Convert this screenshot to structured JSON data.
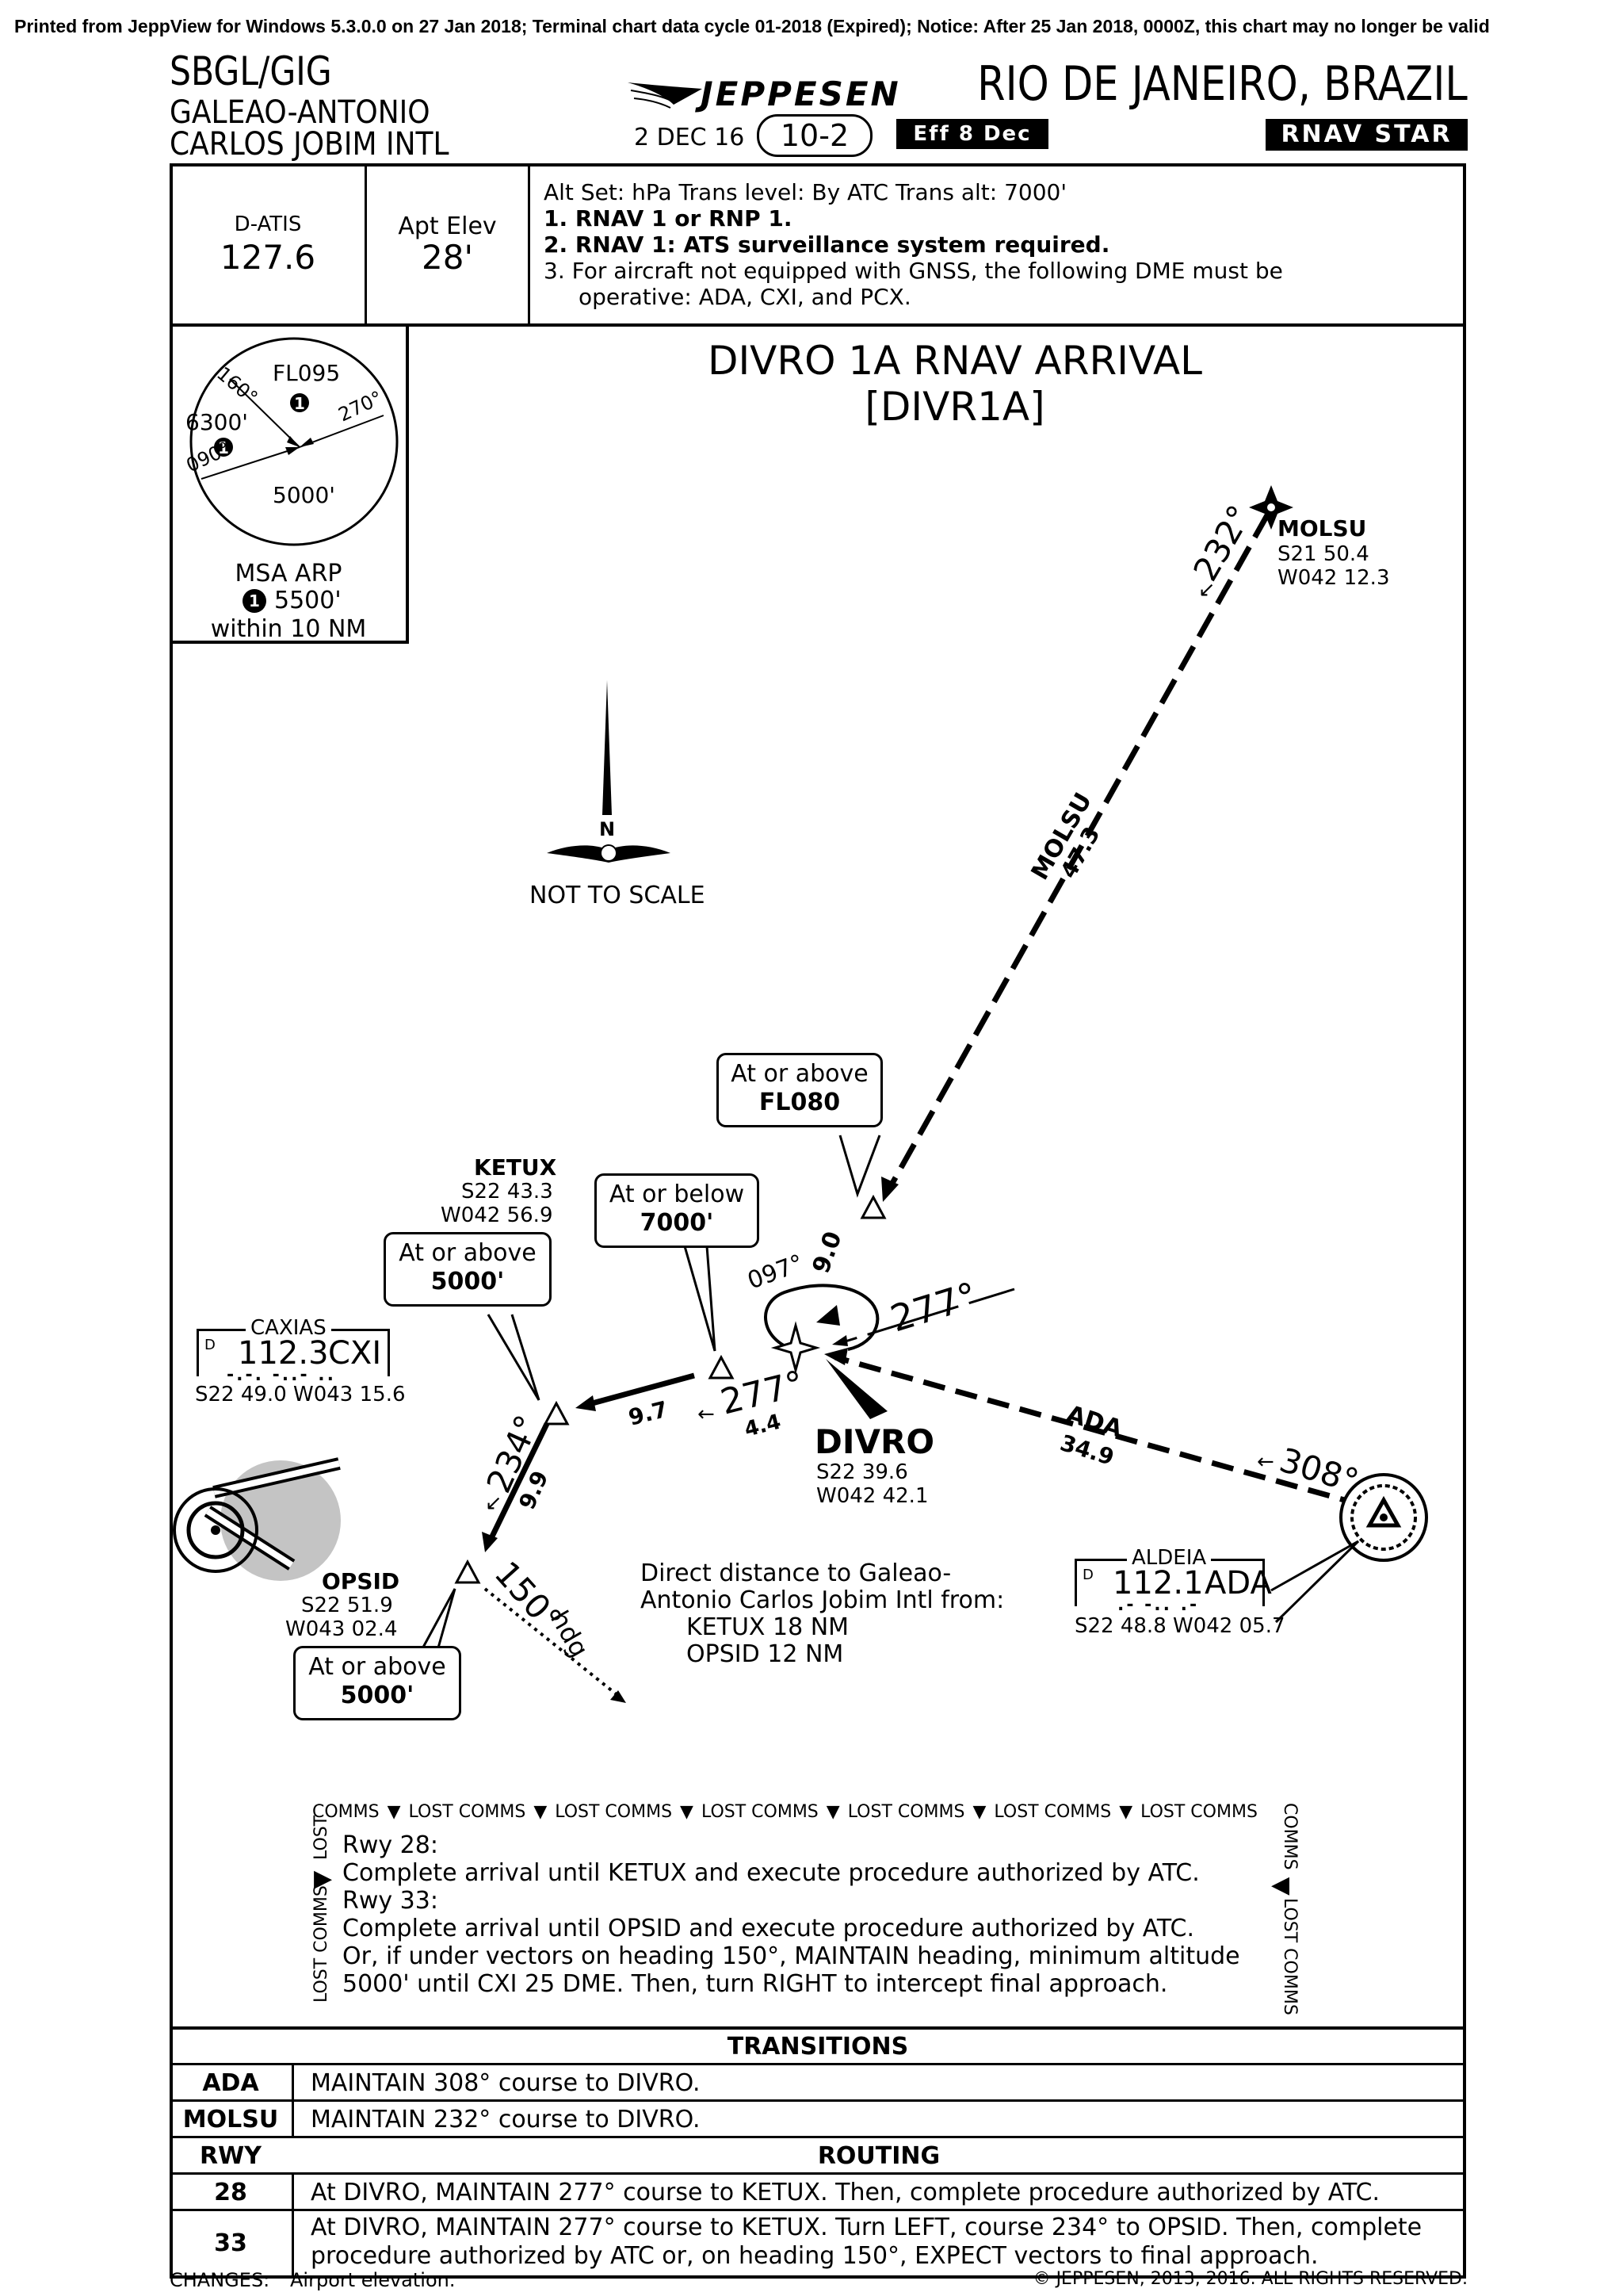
{
  "banner": "Printed from JeppView for Windows 5.3.0.0 on 27 Jan 2018; Terminal chart data cycle 01-2018 (Expired); Notice: After 25 Jan 2018, 0000Z, this chart may no longer be valid",
  "header": {
    "ident": "SBGL/GIG",
    "airport_line1": "GALEAO-ANTONIO",
    "airport_line2": "CARLOS JOBIM INTL",
    "publisher": "JEPPESEN",
    "city": "RIO DE JANEIRO, BRAZIL",
    "date": "2 DEC 16",
    "chart_index": "10-2",
    "effective": "Eff 8 Dec",
    "chart_type": "RNAV STAR"
  },
  "info": {
    "atis_label": "D-ATIS",
    "atis_freq": "127.6",
    "elev_label": "Apt Elev",
    "elev_value": "28'",
    "notes": [
      "Alt Set: hPa    Trans level: By ATC    Trans alt: 7000'",
      "1. RNAV 1 or RNP 1.",
      "2. RNAV 1: ATS surveillance system required.",
      "3. For aircraft not equipped with GNSS, the following DME must be",
      "operative: ADA, CXI, and PCX."
    ]
  },
  "msa": {
    "fl": "FL095",
    "alt_left": "6300'",
    "alt_bottom": "5000'",
    "brg1": "160°",
    "brg2": "270°",
    "brg3": "090°",
    "label1": "MSA ARP",
    "label2": "5500'",
    "label3": "within 10 NM",
    "marker": "1"
  },
  "title": {
    "line1": "DIVRO 1A RNAV ARRIVAL",
    "line2": "[DIVR1A]"
  },
  "north": {
    "n_label": "N",
    "scale_note": "NOT TO SCALE"
  },
  "fixes": {
    "molsu": {
      "name": "MOLSU",
      "lat": "S21 50.4",
      "lon": "W042 12.3"
    },
    "ketux": {
      "name": "KETUX",
      "lat": "S22 43.3",
      "lon": "W042 56.9"
    },
    "divro": {
      "name": "DIVRO",
      "lat": "S22 39.6",
      "lon": "W042 42.1"
    },
    "opsid": {
      "name": "OPSID",
      "lat": "S22 51.9",
      "lon": "W043 02.4"
    }
  },
  "navaids": {
    "caxias": {
      "name": "CAXIAS",
      "freq": "112.3",
      "ident": "CXI",
      "morse": "-.-. -..- ..",
      "coord": "S22 49.0 W043 15.6",
      "dme": "D"
    },
    "aldeia": {
      "name": "ALDEIA",
      "freq": "112.1",
      "ident": "ADA",
      "morse": ".- -.. .-",
      "coord": "S22 48.8 W042 05.7",
      "dme": "D"
    }
  },
  "constraints": {
    "fl080_line1": "At or above",
    "fl080_line2": "FL080",
    "below7000_line1": "At or below",
    "below7000_line2": "7000'",
    "ketux_line1": "At or above",
    "ketux_line2": "5000'",
    "opsid_line1": "At or above",
    "opsid_line2": "5000'"
  },
  "route_labels": {
    "molsu_crs": "232°",
    "molsu_airway": "MOLSU",
    "molsu_dist": "47.3",
    "hold_in": "097°",
    "hold_dist": "9.0",
    "hold_out": "277°",
    "divro_ketux_crs": "277°",
    "divro_ketux_dist_small": "4.4",
    "divro_ketux_dist": "9.7",
    "ada_airway": "ADA",
    "ada_dist": "34.9",
    "ada_crs": "308°",
    "ketux_opsid_crs": "234°",
    "ketux_opsid_dist": "9.9",
    "vector_hdg": "150°",
    "vector_hdg_unit": "hdg"
  },
  "direct_distance": {
    "line1": "Direct distance to Galeao-",
    "line2": "Antonio Carlos Jobim Intl from:",
    "line3": "KETUX 18 NM",
    "line4": "OPSID 12 NM"
  },
  "lost_comms": {
    "border_words": [
      "COMMS",
      "LOST COMMS",
      "LOST COMMS",
      "LOST COMMS",
      "LOST COMMS",
      "LOST COMMS",
      "LOST COMMS"
    ],
    "side_left_top": "LOST",
    "side_left_bottom": "LOST COMMS",
    "side_right_top": "COMMS",
    "side_right_bottom": "LOST COMMS",
    "lines": [
      "Rwy 28:",
      "Complete arrival until KETUX and execute procedure authorized by ATC.",
      "Rwy 33:",
      "Complete arrival until OPSID and execute procedure authorized by ATC.",
      "Or, if under vectors on heading 150°, MAINTAIN heading, minimum altitude",
      "5000' until CXI 25 DME. Then, turn RIGHT to intercept final approach."
    ]
  },
  "tables": {
    "transitions_header": "TRANSITIONS",
    "transitions": [
      {
        "key": "ADA",
        "text": "MAINTAIN 308° course to DIVRO."
      },
      {
        "key": "MOLSU",
        "text": "MAINTAIN 232° course to DIVRO."
      }
    ],
    "routing_key_header": "RWY",
    "routing_header": "ROUTING",
    "routing": [
      {
        "key": "28",
        "text": "At DIVRO, MAINTAIN 277° course to KETUX. Then, complete procedure authorized by ATC."
      },
      {
        "key": "33",
        "text": "At DIVRO, MAINTAIN 277° course to KETUX. Turn LEFT, course 234° to OPSID. Then, complete",
        "text2": "procedure authorized by ATC or, on heading 150°, EXPECT vectors to final approach."
      }
    ]
  },
  "footer": {
    "changes_label": "CHANGES:",
    "changes_text": "Airport elevation.",
    "copyright": "© JEPPESEN, 2013, 2016. ALL RIGHTS RESERVED."
  }
}
